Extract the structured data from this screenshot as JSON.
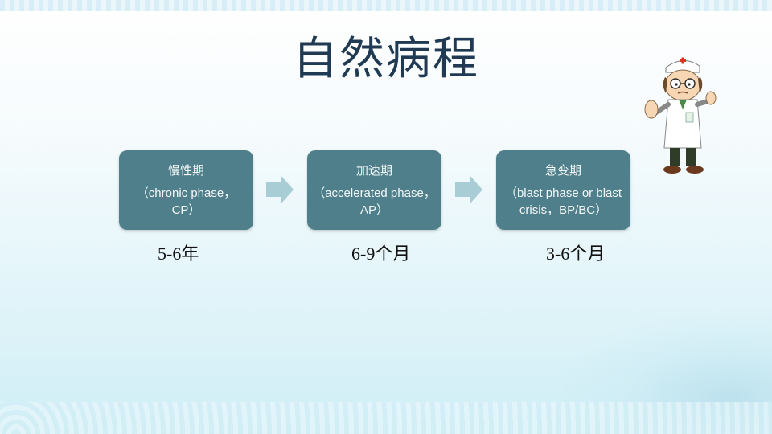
{
  "title": "自然病程",
  "phases": [
    {
      "name": "慢性期",
      "desc": "（chronic phase，CP）",
      "duration": "5-6年"
    },
    {
      "name": "加速期",
      "desc": "（accelerated phase，AP）",
      "duration": "6-9个月"
    },
    {
      "name": "急变期",
      "desc": "（blast phase or blast crisis，BP/BC）",
      "duration": "3-6个月"
    }
  ],
  "colors": {
    "box": "#4f7f8a",
    "arrow": "#a9cdd5",
    "title": "#1f3a52"
  },
  "decorations": {
    "doctor": "doctor-cartoon-icon"
  }
}
